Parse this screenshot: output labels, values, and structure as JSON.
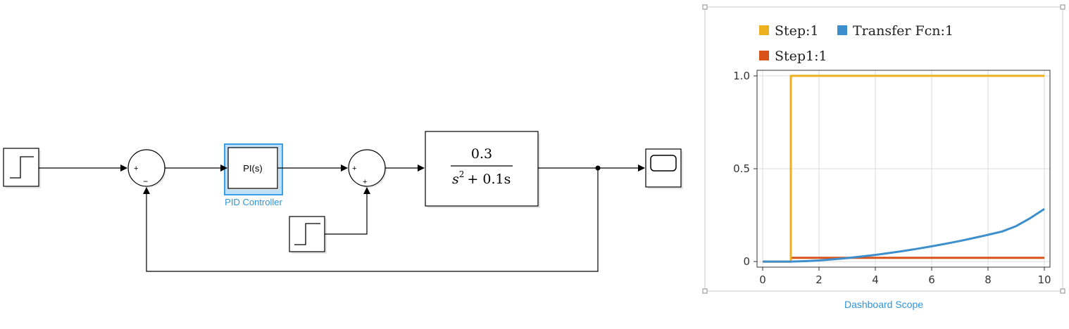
{
  "diagram": {
    "pid_block_text": "PI(s)",
    "pid_block_label": "PID Controller",
    "sum1_signs": {
      "top": "+",
      "bottom": "−"
    },
    "sum2_signs": {
      "top": "+",
      "bottom": "+"
    },
    "tf_numerator": "0.3",
    "tf_den_s": "s",
    "tf_den_exp": "2",
    "tf_den_rest": "+ 0.1s",
    "scope_label": "Dashboard Scope"
  },
  "chart_data": {
    "type": "line",
    "legend": [
      {
        "name": "Step:1",
        "color": "#EDB120"
      },
      {
        "name": "Transfer Fcn:1",
        "color": "#3C8FCC"
      },
      {
        "name": "Step1:1",
        "color": "#D95319"
      }
    ],
    "legend_placement": "top",
    "grid": true,
    "xlim": [
      -0.2,
      10.2
    ],
    "ylim": [
      -0.03,
      1.03
    ],
    "xticks": [
      0,
      2,
      4,
      6,
      8,
      10
    ],
    "xtick_labels": [
      "0",
      "2",
      "4",
      "6",
      "8",
      "10"
    ],
    "yticks": [
      0,
      0.5,
      1.0
    ],
    "ytick_labels": [
      "0",
      "0.5",
      "1.0"
    ],
    "series": [
      {
        "name": "Step:1",
        "color": "#EDB120",
        "x": [
          0,
          1,
          1,
          10
        ],
        "y": [
          0,
          0,
          1,
          1
        ]
      },
      {
        "name": "Transfer Fcn:1",
        "color": "#3C8FCC",
        "x": [
          0,
          1,
          1.5,
          2,
          2.5,
          3,
          3.5,
          4,
          4.5,
          5,
          5.5,
          6,
          6.5,
          7,
          7.5,
          8,
          8.5,
          9,
          9.5,
          10
        ],
        "y": [
          0,
          0,
          0.002,
          0.006,
          0.012,
          0.019,
          0.027,
          0.036,
          0.046,
          0.057,
          0.069,
          0.082,
          0.096,
          0.111,
          0.127,
          0.144,
          0.162,
          0.191,
          0.234,
          0.283
        ]
      },
      {
        "name": "Step1:1",
        "color": "#D95319",
        "x": [
          0,
          1,
          1,
          10
        ],
        "y": [
          0,
          0,
          0.02,
          0.02
        ]
      }
    ]
  }
}
